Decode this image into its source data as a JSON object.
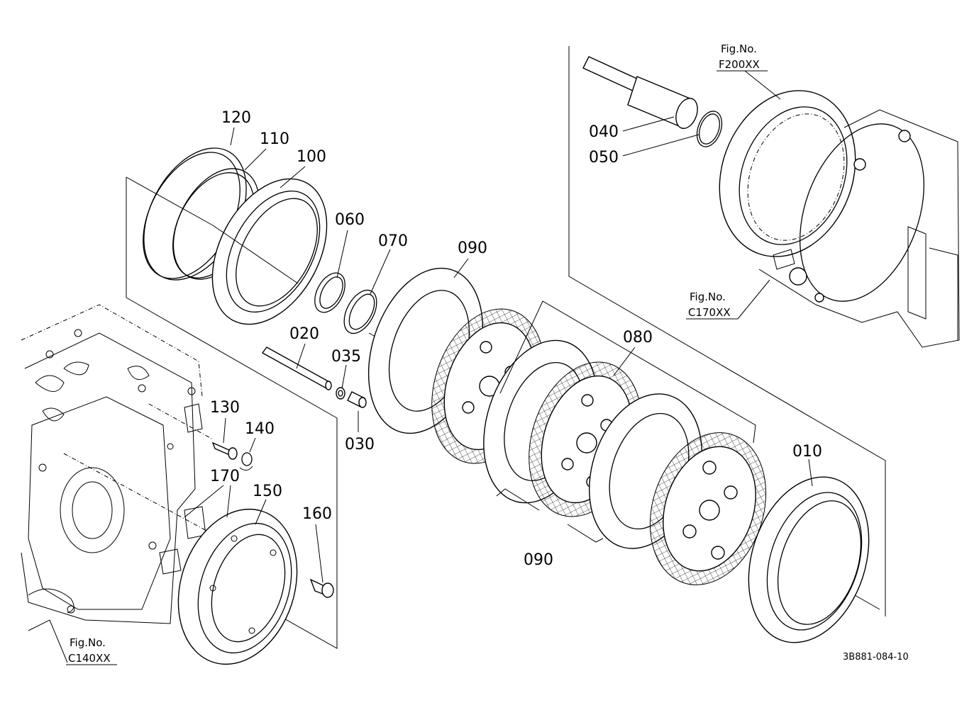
{
  "callouts": [
    {
      "id": "c120",
      "text": "120"
    },
    {
      "id": "c110",
      "text": "110"
    },
    {
      "id": "c100",
      "text": "100"
    },
    {
      "id": "c060",
      "text": "060"
    },
    {
      "id": "c070",
      "text": "070"
    },
    {
      "id": "c090a",
      "text": "090"
    },
    {
      "id": "c020",
      "text": "020"
    },
    {
      "id": "c035",
      "text": "035"
    },
    {
      "id": "c030",
      "text": "030"
    },
    {
      "id": "c130",
      "text": "130"
    },
    {
      "id": "c140",
      "text": "140"
    },
    {
      "id": "c170",
      "text": "170"
    },
    {
      "id": "c150",
      "text": "150"
    },
    {
      "id": "c160",
      "text": "160"
    },
    {
      "id": "c080",
      "text": "080"
    },
    {
      "id": "c090b",
      "text": "090"
    },
    {
      "id": "c010",
      "text": "010"
    },
    {
      "id": "c040",
      "text": "040"
    },
    {
      "id": "c050",
      "text": "050"
    }
  ],
  "fig_refs": {
    "f200": {
      "label": "Fig.No.",
      "code": "F200XX"
    },
    "c170": {
      "label": "Fig.No.",
      "code": "C170XX"
    },
    "c140": {
      "label": "Fig.No.",
      "code": "C140XX"
    }
  },
  "drawing_code": "3B881-084-10"
}
